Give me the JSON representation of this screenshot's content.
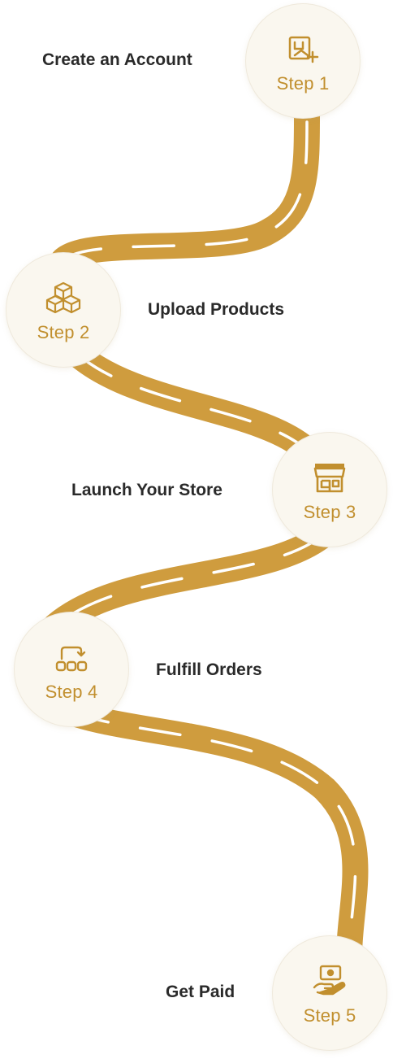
{
  "colors": {
    "road": "#cf9c3e",
    "road_dash": "#ffffff",
    "circle_bg": "#faf7ef",
    "accent": "#c18f2e",
    "title_text": "#2a2a2a"
  },
  "steps": [
    {
      "label": "Step 1",
      "title": "Create an Account",
      "icon": "add-product-icon"
    },
    {
      "label": "Step 2",
      "title": "Upload Products",
      "icon": "boxes-icon"
    },
    {
      "label": "Step 3",
      "title": "Launch Your Store",
      "icon": "store-icon"
    },
    {
      "label": "Step 4",
      "title": "Fulfill Orders",
      "icon": "fulfillment-flow-icon"
    },
    {
      "label": "Step 5",
      "title": "Get Paid",
      "icon": "payment-hand-icon"
    }
  ]
}
